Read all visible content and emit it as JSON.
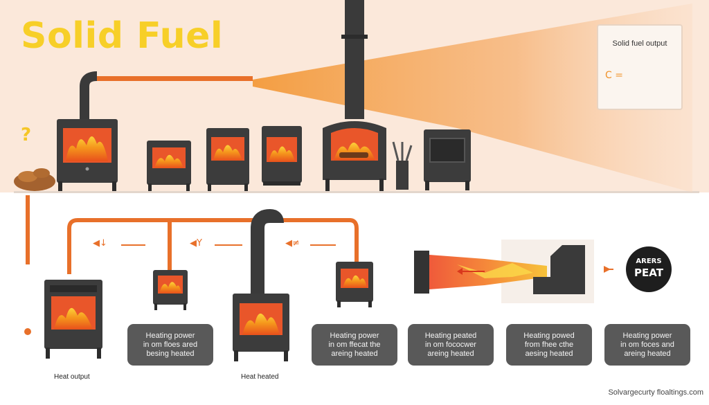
{
  "header": {
    "title": "Solid Fuel"
  },
  "legend": {
    "title": "Solid fuel output",
    "glyph": "C ="
  },
  "flow_markers": [
    "◀↓",
    "◀Y",
    "◀≠"
  ],
  "captions": [
    {
      "line1": "Heating power",
      "line2": "in om floes ared",
      "line3": "besing heated"
    },
    {
      "line1": "Heating power",
      "line2": "in om ffecat the",
      "line3": "areing heated"
    },
    {
      "line1": "Heating peated",
      "line2": "in om fococwer",
      "line3": "areing heated"
    },
    {
      "line1": "Heating powed",
      "line2": "from fhee cthe",
      "line3": "aesing heated"
    },
    {
      "line1": "Heating power",
      "line2": "in om foces and",
      "line3": "areing heated"
    }
  ],
  "labels": {
    "heat_output": "Heat output",
    "heat_heated": "Heat heated"
  },
  "badge": {
    "line1": "ARERS",
    "line2": "PEAT"
  },
  "warning_glyph": "?",
  "watermark": "Solvargecurty floaltings.com",
  "colors": {
    "title": "#f7cf28",
    "accent": "#e8702a",
    "stove": "#3c3c3c",
    "fire": "#f59a1f",
    "caption_bg": "#595959",
    "band": "#fbe8da"
  }
}
